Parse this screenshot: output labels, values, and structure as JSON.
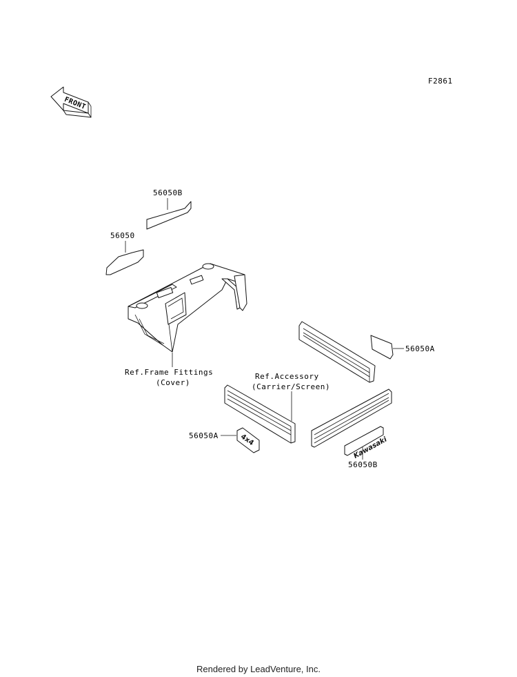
{
  "figure_code": "F2861",
  "front_arrow_label": "FRONT",
  "labels": {
    "p56050b_top": "56050B",
    "p56050": "56050",
    "p56050a_right": "56050A",
    "p56050a_left": "56050A",
    "p56050b_bottom": "56050B",
    "ref_frame_line1": "Ref.Frame Fittings",
    "ref_frame_line2": "(Cover)",
    "ref_acc_line1": "Ref.Accessory",
    "ref_acc_line2": "(Carrier/Screen)"
  },
  "decal_text": {
    "kawasaki": "Kawasaki",
    "four_by_four": "4x4"
  },
  "footer": "Rendered by LeadVenture, Inc."
}
